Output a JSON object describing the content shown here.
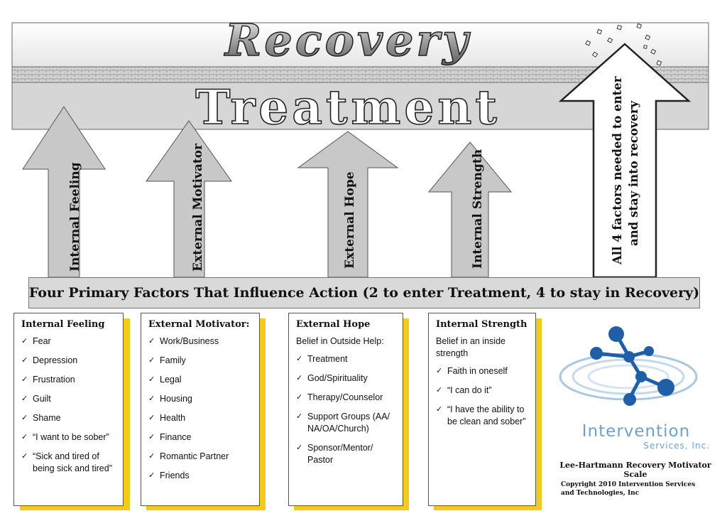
{
  "title_top": "Recovery",
  "title_middle": "Treatment",
  "arrows": [
    {
      "label": "Internal Feeling"
    },
    {
      "label": "External Motivator"
    },
    {
      "label": "External Hope"
    },
    {
      "label": "Internal Strength"
    }
  ],
  "big_arrow": {
    "line1": "All 4 factors needed to enter",
    "line2": "and stay into recovery"
  },
  "banner": "Four Primary Factors That Influence Action (2 to enter Treatment, 4 to stay in Recovery)",
  "cards": [
    {
      "title": "Internal Feeling",
      "intro": "",
      "items": [
        "Fear",
        "Depression",
        "Frustration",
        "Guilt",
        "Shame",
        "“I want to be sober”",
        "“Sick and tired of being sick and tired”"
      ]
    },
    {
      "title": "External Motivator:",
      "intro": "",
      "items": [
        "Work/Business",
        "Family",
        "Legal",
        "Housing",
        "Health",
        "Finance",
        "Romantic Partner",
        "Friends"
      ]
    },
    {
      "title": "External Hope",
      "intro": "Belief in Outside Help:",
      "items": [
        "Treatment",
        "God/Spirituality",
        "Therapy/Counselor",
        "Support Groups (AA/ NA/OA/Church)",
        "Sponsor/Mentor/ Pastor"
      ]
    },
    {
      "title": "Internal Strength",
      "intro": "Belief in an inside strength",
      "items": [
        "Faith in oneself",
        "“I can do it”",
        "“I have the ability to be clean and sober”"
      ]
    }
  ],
  "check_symbol": "✓",
  "brand": {
    "name": "Intervention",
    "sub": "Services, Inc.",
    "color": "#6fa0cc",
    "node_color": "#1e5fa8"
  },
  "scale_name": "Lee-Hartmann Recovery Motivator Scale",
  "copyright": "Copyright 2010 Intervention Services and Technologies, Inc",
  "colors": {
    "arrow_fill": "#c8c8c8",
    "card_shadow": "#f2cb1d",
    "banner_fill": "#d9d9d9"
  }
}
